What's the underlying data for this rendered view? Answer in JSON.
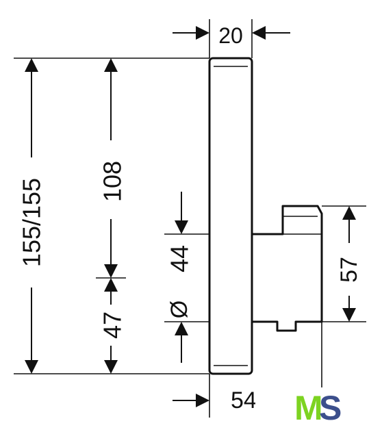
{
  "dimensions": {
    "top_width": "20",
    "total_height": "155/155",
    "upper_height": "108",
    "lower_height": "47",
    "diameter_symbol": "Ø",
    "diameter_value": "44",
    "body_height": "57",
    "depth": "54"
  },
  "logo": {
    "text_m": "M",
    "text_s": "S",
    "color_m": "#7dd321",
    "color_s": "#3c4f8c"
  },
  "colors": {
    "line": "#111111",
    "background": "#ffffff"
  }
}
